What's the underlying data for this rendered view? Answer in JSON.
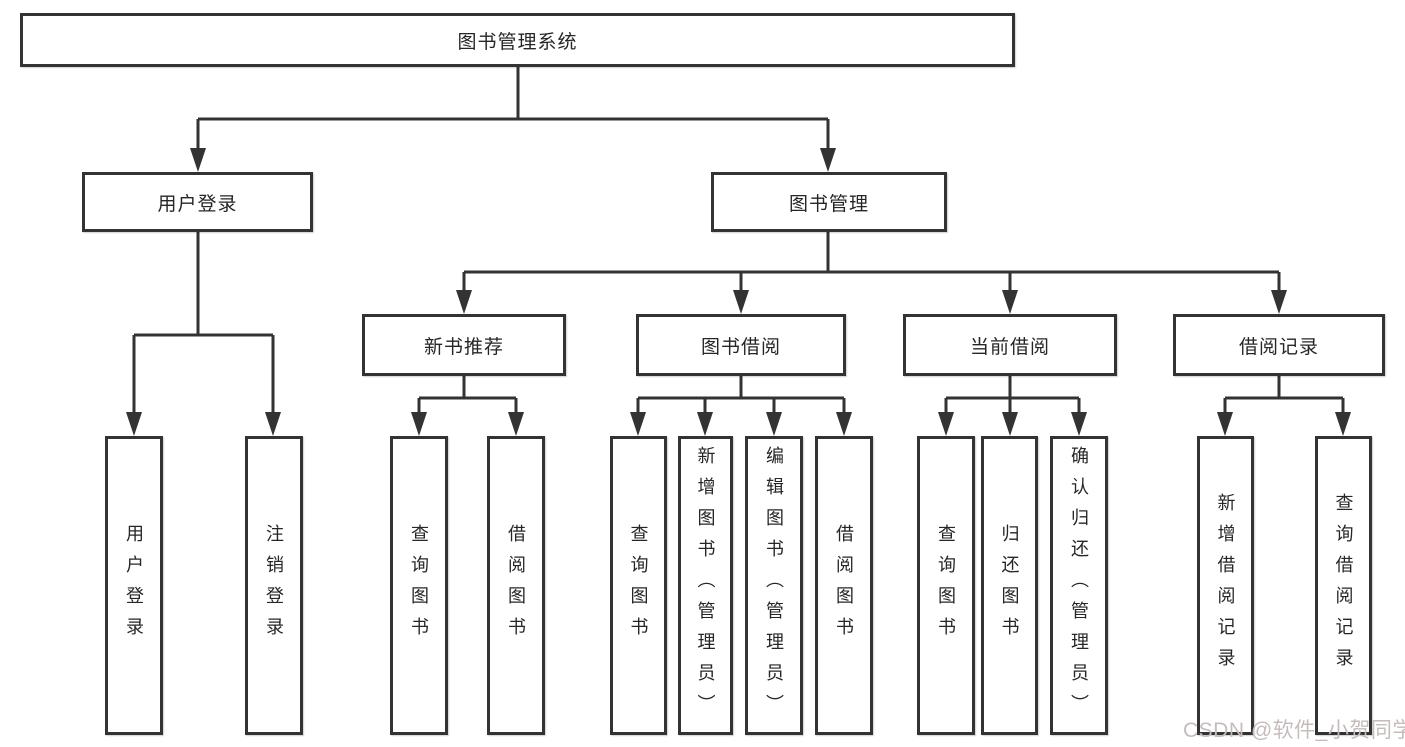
{
  "watermark": "CSDN @软件_小贺同学",
  "colors": {
    "line": "#333333",
    "text": "#262626",
    "box_background": "#ffffff",
    "page_background": "#ffffff",
    "watermark": "#c6bcbc"
  },
  "diagram": {
    "type": "tree",
    "root": {
      "label": "图书管理系统",
      "children": [
        {
          "label": "用户登录",
          "children": [
            {
              "label": "用户登录"
            },
            {
              "label": "注销登录"
            }
          ]
        },
        {
          "label": "图书管理",
          "children": [
            {
              "label": "新书推荐",
              "children": [
                {
                  "label": "查询图书"
                },
                {
                  "label": "借阅图书"
                }
              ]
            },
            {
              "label": "图书借阅",
              "children": [
                {
                  "label": "查询图书"
                },
                {
                  "label": "新增图书（管理员）"
                },
                {
                  "label": "编辑图书（管理员）"
                },
                {
                  "label": "借阅图书"
                }
              ]
            },
            {
              "label": "当前借阅",
              "children": [
                {
                  "label": "查询图书"
                },
                {
                  "label": "归还图书"
                },
                {
                  "label": "确认归还（管理员）"
                }
              ]
            },
            {
              "label": "借阅记录",
              "children": [
                {
                  "label": "新增借阅记录"
                },
                {
                  "label": "查询借阅记录"
                }
              ]
            }
          ]
        }
      ]
    }
  }
}
